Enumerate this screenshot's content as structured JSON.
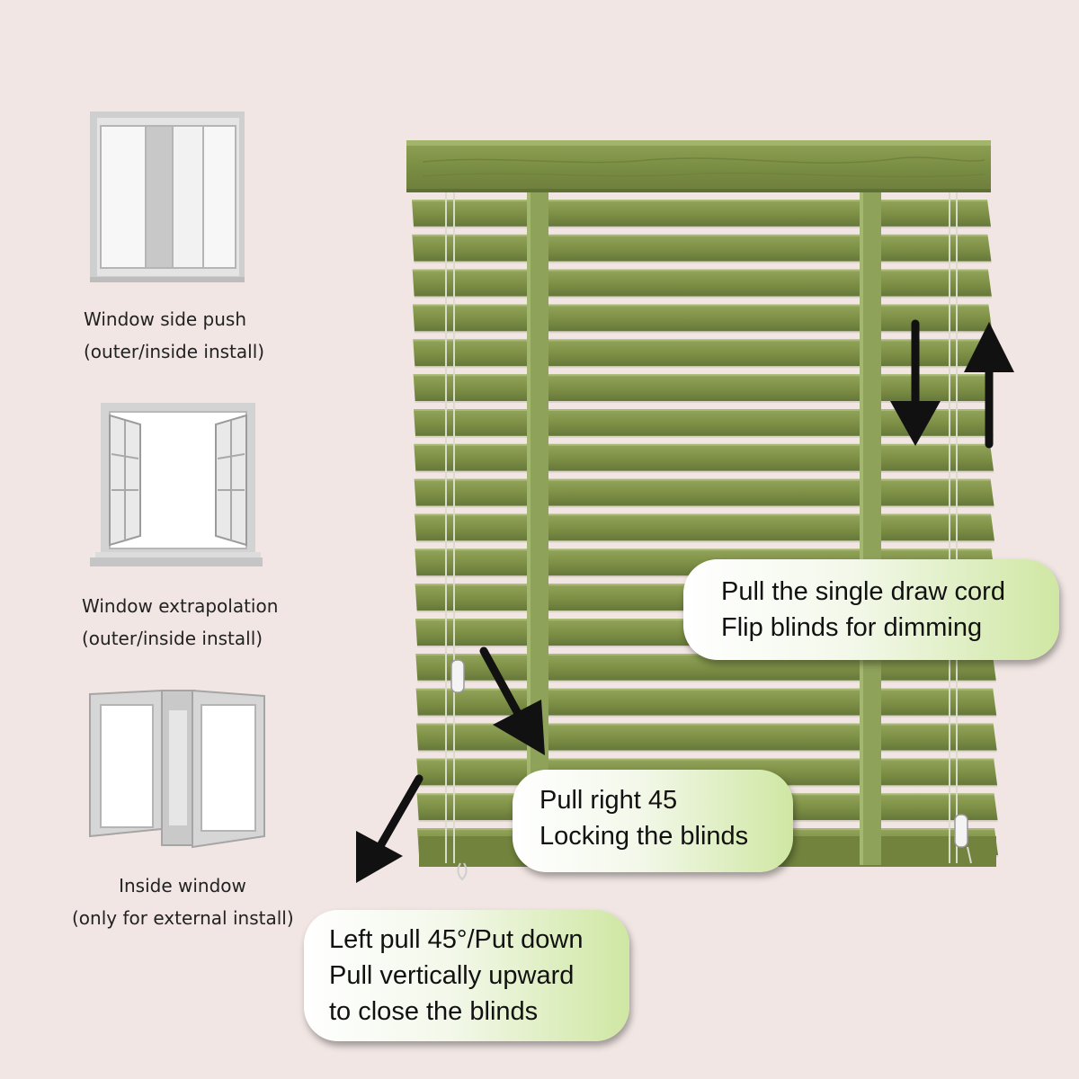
{
  "install_types": [
    {
      "title": "Window side push",
      "note": "(outer/inside install)",
      "icon": "sliding-window-icon"
    },
    {
      "title": "Window extrapolation",
      "note": "(outer/inside install)",
      "icon": "outward-casement-window-icon"
    },
    {
      "title": "Inside window",
      "note": "(only for external install)",
      "icon": "inward-casement-window-icon"
    }
  ],
  "callouts": {
    "draw_cord": {
      "line1": "Pull the single draw cord",
      "line2": "Flip blinds for dimming"
    },
    "lock": {
      "line1": "Pull right 45",
      "line2": "Locking the blinds"
    },
    "release": {
      "line1": "Left pull 45°/Put down",
      "line2": "Pull vertically upward",
      "line3": "to close the blinds"
    }
  },
  "colors": {
    "background": "#f1e6e3",
    "slat": "#7d8f45",
    "ladder_tape": "#8ea25a",
    "callout_accent": "#cfe7a3",
    "arrow": "#111111"
  }
}
